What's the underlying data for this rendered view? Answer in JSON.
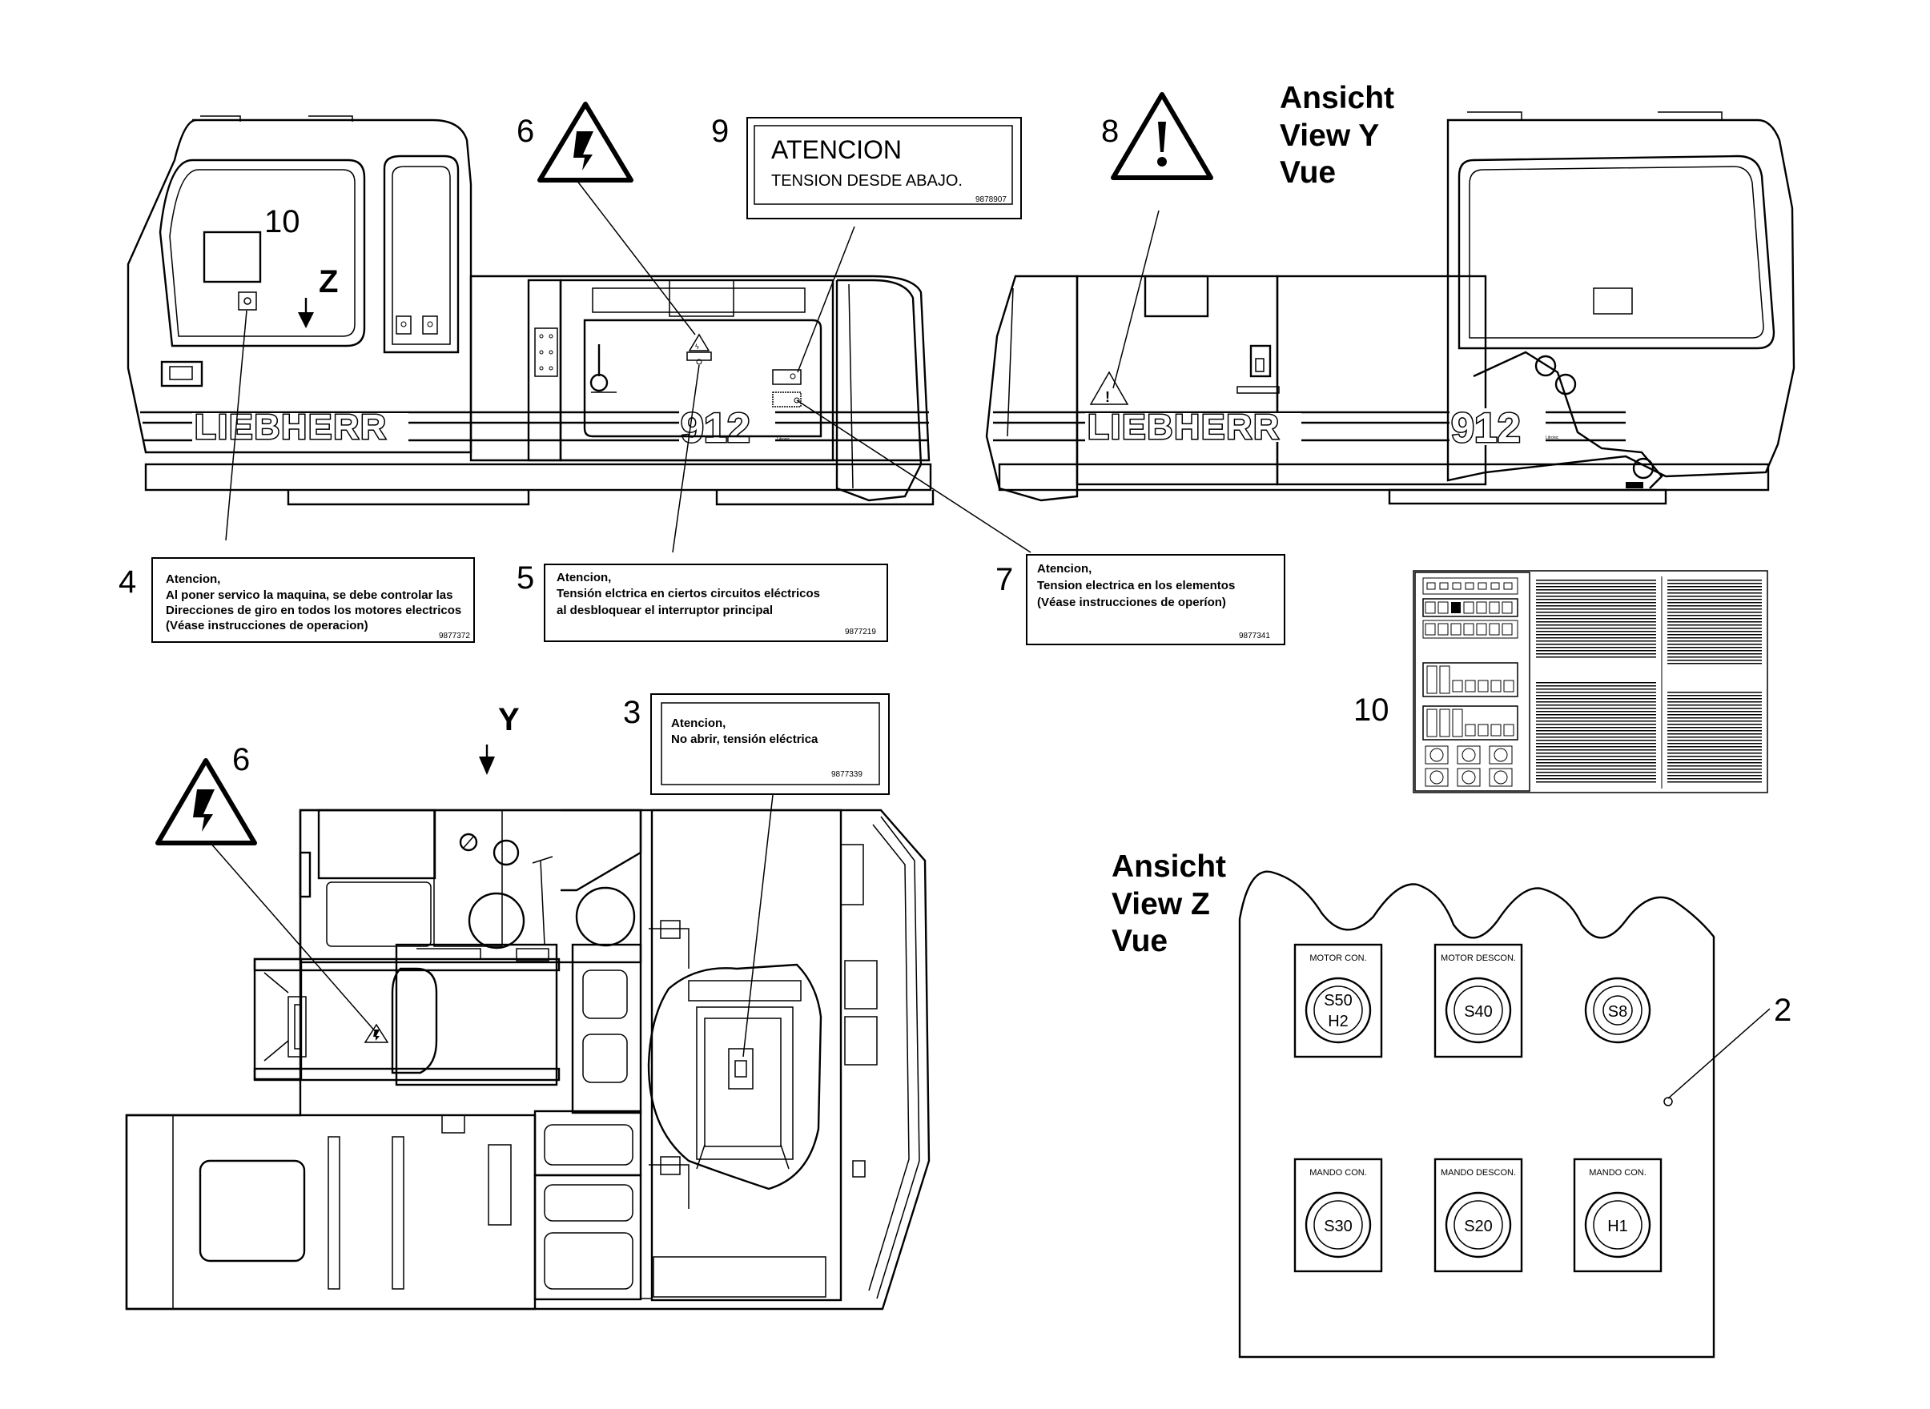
{
  "views": {
    "y": {
      "line1": "Ansicht",
      "line2": "View  Y",
      "line3": "Vue"
    },
    "z": {
      "line1": "Ansicht",
      "line2": "View  Z",
      "line3": "Vue"
    }
  },
  "callouts": {
    "n10_top": "10",
    "z_arrow": "Z",
    "n6_top": "6",
    "n9": "9",
    "n8": "8",
    "n4": "4",
    "n5": "5",
    "n7": "7",
    "n10_panel": "10",
    "y_arrow": "Y",
    "n6_bottom": "6",
    "n3": "3",
    "n2": "2"
  },
  "machine": {
    "brand_left": "LIEBHERR",
    "model_left": "912",
    "brand_right": "LIEBHERR",
    "model_right": "912"
  },
  "labels": {
    "l9": {
      "line1": "ATENCION",
      "line2": "TENSION DESDE ABAJO.",
      "part_no": "9878907"
    },
    "l4": {
      "line1": "Atencion,",
      "line2": "Al poner servico la maquina, se debe controlar las",
      "line3": "Direcciones de giro en todos los motores electricos",
      "line4": "(Véase instrucciones de operacion)",
      "part_no": "9877372"
    },
    "l5": {
      "line1": "Atencion,",
      "line2": "Tensión elctrica en ciertos circuitos eléctricos",
      "line3": "al desbloquear el interruptor principal",
      "part_no": "9877219"
    },
    "l7": {
      "line1": "Atencion,",
      "line2": "Tension electrica en los elementos",
      "line3": "(Véase instrucciones de operíon)",
      "part_no": "9877341"
    },
    "l3": {
      "line1": "Atencion,",
      "line2": "No abrir, tensión eléctrica",
      "part_no": "9877339"
    }
  },
  "buttons": [
    {
      "caption": "MOTOR CON.",
      "code1": "S50",
      "code2": "H2"
    },
    {
      "caption": "MOTOR DESCON.",
      "code1": "S40",
      "code2": ""
    },
    {
      "caption": "",
      "code1": "S8",
      "code2": ""
    },
    {
      "caption": "MANDO CON.",
      "code1": "S30",
      "code2": ""
    },
    {
      "caption": "MANDO DESCON.",
      "code1": "S20",
      "code2": ""
    },
    {
      "caption": "MANDO CON.",
      "code1": "H1",
      "code2": ""
    }
  ],
  "colors": {
    "ink": "#000000",
    "paper": "#ffffff"
  }
}
